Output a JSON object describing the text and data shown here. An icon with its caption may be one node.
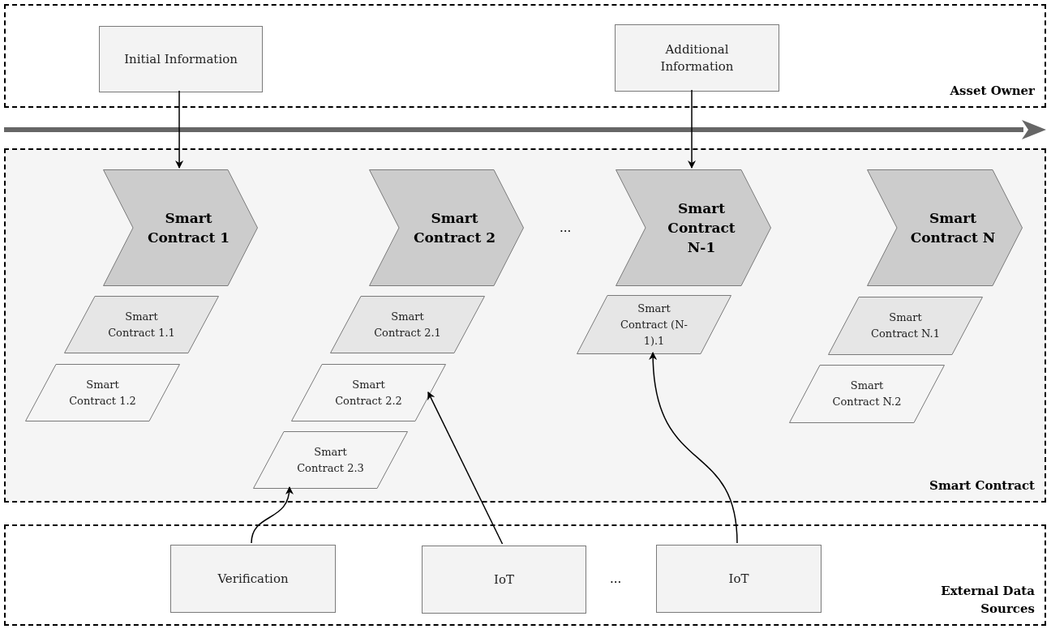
{
  "diagram": {
    "nodes": [
      {
        "text": [
          "Asset Owner"
        ]
      },
      {
        "text": [
          "Initial Information"
        ],
        "in": 0
      },
      {
        "text": [
          "Additional Information"
        ],
        "in": 0
      },
      {
        "text": [
          "Smart Contract"
        ]
      },
      {
        "text": [
          "Smart Contract 1"
        ],
        "in": 3
      },
      {
        "text": [
          "Smart Contract 1.1"
        ],
        "in": 3
      },
      {
        "text": [
          "Smart Contract 1.2"
        ],
        "in": 3
      },
      {
        "text": [
          "Smart Contract 2"
        ],
        "in": 3
      },
      {
        "text": [
          "Smart Contract 2.1"
        ],
        "in": 3
      },
      {
        "text": [
          "Smart Contract 2.2"
        ],
        "in": 3
      },
      {
        "text": [
          "Smart Contract 2.3"
        ],
        "in": 3
      },
      {
        "text": [
          "Smart Contract N-1"
        ],
        "in": 3
      },
      {
        "text": [
          "Smart Contract (N-1).1"
        ],
        "in": 3
      },
      {
        "text": [
          "Smart Contract N"
        ],
        "in": 3
      },
      {
        "text": [
          "Smart Contract N.1"
        ],
        "in": 3
      },
      {
        "text": [
          "Smart Contract N.2"
        ],
        "in": 3
      },
      {
        "text": [
          "External Data Sources"
        ]
      },
      {
        "text": [
          "Verification"
        ],
        "in": 16
      },
      {
        "text": [
          "IoT"
        ],
        "in": 16
      },
      {
        "text": [
          "IoT"
        ],
        "in": 16
      }
    ],
    "edges": [
      {
        "from": 1,
        "to": 4,
        "arrow": "to"
      },
      {
        "from": 2,
        "to": 11,
        "arrow": "to"
      },
      {
        "from": 17,
        "to": 10,
        "arrow": "to"
      },
      {
        "from": 18,
        "to": 9,
        "arrow": "to"
      },
      {
        "from": 19,
        "to": 12,
        "arrow": "to"
      }
    ],
    "labels": [
      "...",
      "..."
    ]
  }
}
